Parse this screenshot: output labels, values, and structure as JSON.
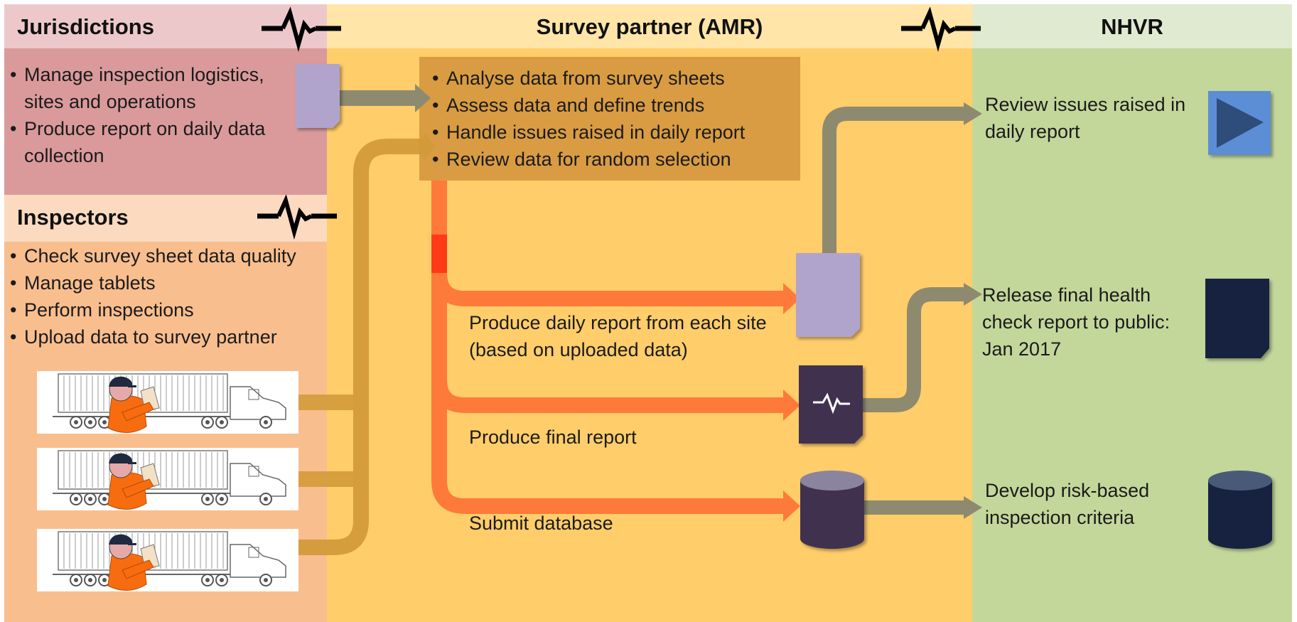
{
  "jurisdictions": {
    "title": "Jurisdictions",
    "items": [
      "Manage inspection logistics, sites and operations",
      "Produce report on daily data collection"
    ]
  },
  "inspectors": {
    "title": "Inspectors",
    "items": [
      "Check survey sheet data quality",
      "Manage tablets",
      "Perform inspections",
      "Upload data to survey partner"
    ]
  },
  "survey_partner": {
    "title": "Survey partner (AMR)",
    "items": [
      "Analyse data from survey sheets",
      "Assess data and define trends",
      "Handle issues raised in daily report",
      "Review data for random selection"
    ],
    "flows": {
      "daily_report": "Produce daily report from each site (based on uploaded data)",
      "final_report": "Produce final report",
      "database": "Submit database"
    }
  },
  "nhvr": {
    "title": "NHVR",
    "review_issues": "Review issues raised in daily report",
    "release_report": "Release final health check report to public: Jan 2017",
    "risk_criteria": "Develop risk-based inspection criteria"
  },
  "colors": {
    "jurisdictions_header": "#edc8cb",
    "jurisdictions_body": "#da9a9b",
    "inspectors_header": "#fbdac0",
    "inspectors_body": "#f9be8e",
    "survey_header": "#ffe5a8",
    "survey_body": "#ffcd6a",
    "nhvr_header": "#e0ead0",
    "nhvr_body": "#c3d79b",
    "tasks_box": "#d99c42",
    "red_arrow": "#fe7a3a",
    "grey_arrow": "#8e8a6f",
    "tan_arrow": "#d39a3a",
    "lavender_doc": "#b1a4cc",
    "dark_doc": "#3f3150",
    "navy_doc": "#13243f",
    "play_blue": "#5b8ed6"
  },
  "icons": [
    "break-icon",
    "document-icon",
    "report-icon",
    "database-icon",
    "play-icon",
    "inspector-truck-icon"
  ]
}
